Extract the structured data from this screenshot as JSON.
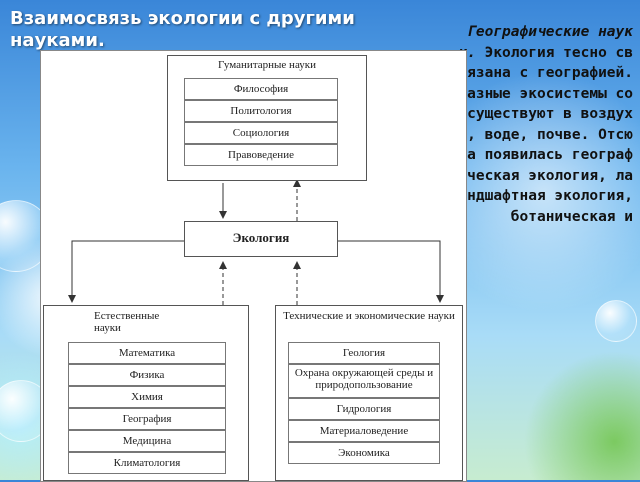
{
  "slide": {
    "title": "Взаимосвязь экологии с другими науками.",
    "side_text_lead": "Географические науки.",
    "side_text_body": " Экология тесно связана с географией. Разные экосистемы сосуществуют в воздухе, воде, почве. Отсюда появилась географическая экология, ландшафтная экология, ботаническая и"
  },
  "diagram": {
    "humanities": {
      "title": "Гуманитарные науки",
      "items": [
        "Философия",
        "Политология",
        "Социология",
        "Правоведение"
      ]
    },
    "center": "Экология",
    "natural": {
      "title": "Естественные науки",
      "items": [
        "Математика",
        "Физика",
        "Химия",
        "География",
        "Медицина",
        "Климатология"
      ]
    },
    "technical": {
      "title": "Технические и экономические науки",
      "items": [
        "Геология",
        "Охрана окружающей среды и природопользование",
        "Гидрология",
        "Материаловедение",
        "Экономика"
      ]
    }
  }
}
